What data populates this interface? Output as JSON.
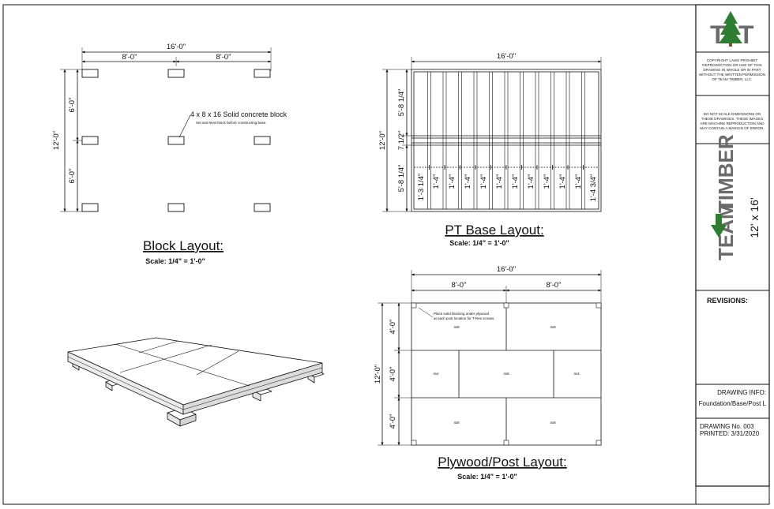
{
  "block_layout": {
    "title": "Block Layout:",
    "scale": "Scale: 1/4\" = 1'-0\"",
    "dim_overall_width": "16'-0\"",
    "dim_half_left": "8'-0\"",
    "dim_half_right": "8'-0\"",
    "dim_overall_depth": "12'-0\"",
    "dim_top_depth": "6'-0\"",
    "dim_bottom_depth": "6'-0\"",
    "callout": "4 x 8 x 16 Solid concrete block",
    "callout_note": "Set and level block before constructing base."
  },
  "pt_base_layout": {
    "title": "PT Base Layout:",
    "scale": "Scale: 1/4\" = 1'-0\"",
    "dim_overall_width": "16'-0\"",
    "dim_overall_depth": "12'-0\"",
    "dim_top": "5'-8 1/4\"",
    "dim_middle": "7 1/2\"",
    "dim_bottom": "5'-8 1/4\"",
    "joist_spacings": [
      "1'-3 1/4\"",
      "1'-4\"",
      "1'-4\"",
      "1'-4\"",
      "1'-4\"",
      "1'-4\"",
      "1'-4\"",
      "1'-4\"",
      "1'-4\"",
      "1'-4\"",
      "1'-4\"",
      "1'-4 3/4\""
    ]
  },
  "plywood_layout": {
    "title": "Plywood/Post Layout:",
    "scale": "Scale: 1/4\" = 1'-0\"",
    "dim_overall_width": "16'-0\"",
    "dim_half_left": "8'-0\"",
    "dim_half_right": "8'-0\"",
    "dim_overall_depth": "12'-0\"",
    "dim_row_top": "4'-0\"",
    "dim_row_middle": "4'-0\"",
    "dim_row_bottom": "4'-0\"",
    "note_line1": "Place solid blocking under plywood",
    "note_line2": "at each post location for T-Rex screws.",
    "sheet_labels": {
      "top_left": "4x8",
      "top_right": "4x8",
      "mid_left": "4x4",
      "mid_center": "4x8",
      "mid_right": "4x4",
      "bottom_left": "4x8",
      "bottom_right": "4x8"
    }
  },
  "title_block": {
    "logo_letters": "TAT",
    "copyright": [
      "COPYRIGHT LAWS PROHIBIT",
      "REPRODUCTION OR USE OF THIS",
      "DRAWING IN WHOLE OR IN PART",
      "WITHOUT THE WRITTEN PERMISSION",
      "OF TEAM TIMBER, LLC."
    ],
    "disclaimer": [
      "DO NOT SCALE DIMENSIONS ON",
      "THESE DRAWINGS.  THESE IMAGES",
      "ARE MACHINE REPRODUCTION AND",
      "MAY CONTAIN A MARGIN OF ERROR."
    ],
    "brand": "TEAM TIMBER",
    "brand_left": "TEAM",
    "brand_right": "TIMBER",
    "size": "12' x 16'",
    "revisions_label": "REVISIONS:",
    "drawing_info_label": "DRAWING INFO:",
    "drawing_info_value": "Foundation/Base/Post L",
    "drawing_number": "DRAWING No. 003",
    "printed": "PRINTED: 3/31/2020"
  },
  "colors": {
    "ink": "#111111",
    "logo_gray": "#6b6b6b",
    "logo_green": "#2f7d32"
  }
}
